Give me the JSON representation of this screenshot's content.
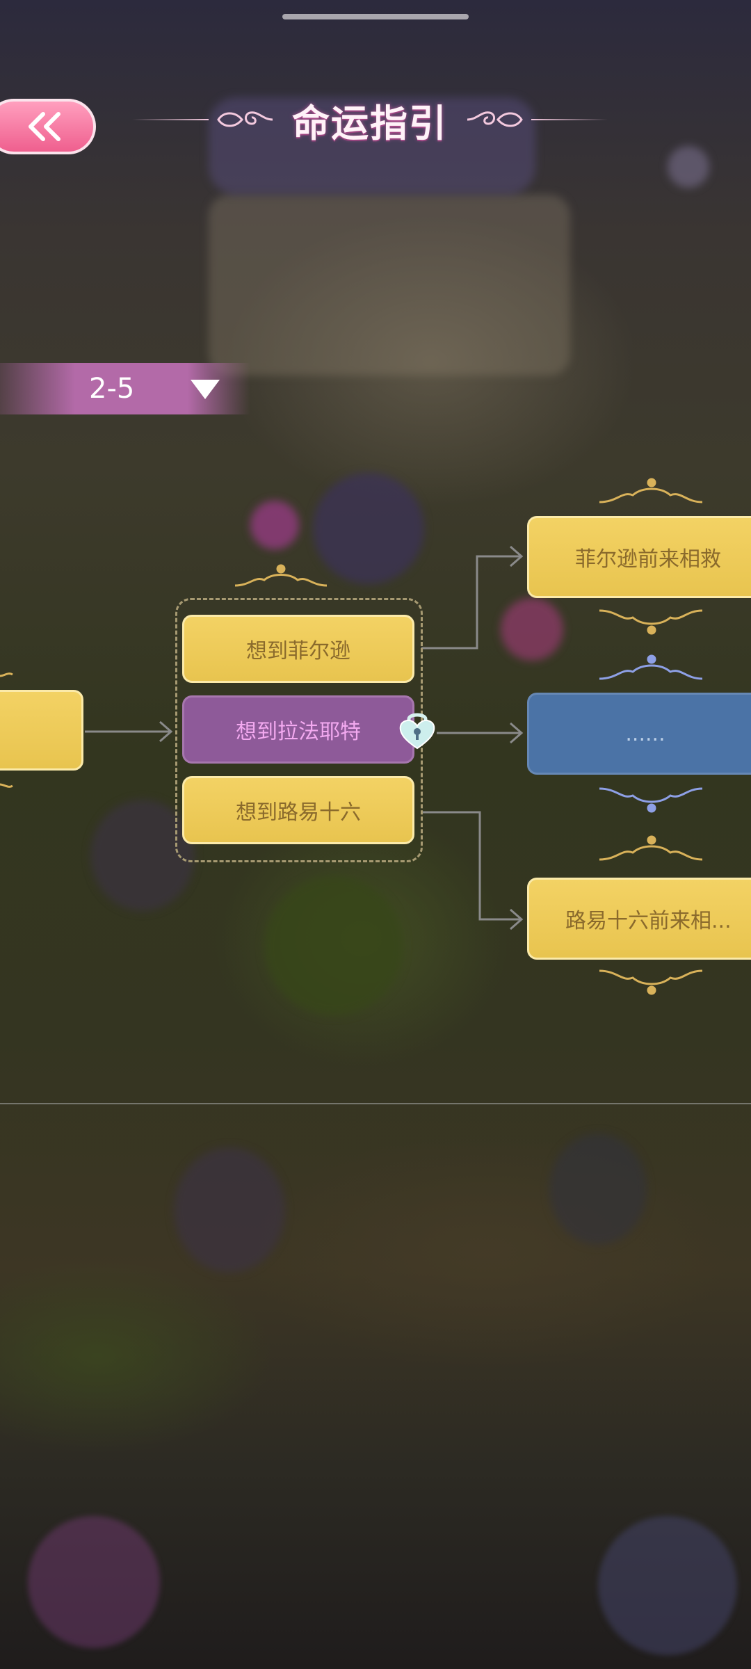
{
  "header": {
    "title": "命运指引",
    "back_icon": "double-chevron-left-icon"
  },
  "chapter": {
    "label": "2-5",
    "dropdown_icon": "triangle-down-icon"
  },
  "flow": {
    "source_node": {
      "label": ""
    },
    "choices": [
      {
        "label": "想到菲尔逊",
        "style": "yellow",
        "locked": false
      },
      {
        "label": "想到拉法耶特",
        "style": "purple",
        "locked": true
      },
      {
        "label": "想到路易十六",
        "style": "yellow",
        "locked": false
      }
    ],
    "outcomes": [
      {
        "label": "菲尔逊前来相救",
        "style": "yellow"
      },
      {
        "label": "......",
        "style": "blue"
      },
      {
        "label": "路易十六前来相...",
        "style": "yellow"
      }
    ]
  },
  "colors": {
    "accent_pink": "#ef5f8e",
    "node_yellow": "#e8c44f",
    "node_purple": "#8e5a99",
    "node_blue": "#4b73a6",
    "chapter_bar": "#b36aa8"
  }
}
